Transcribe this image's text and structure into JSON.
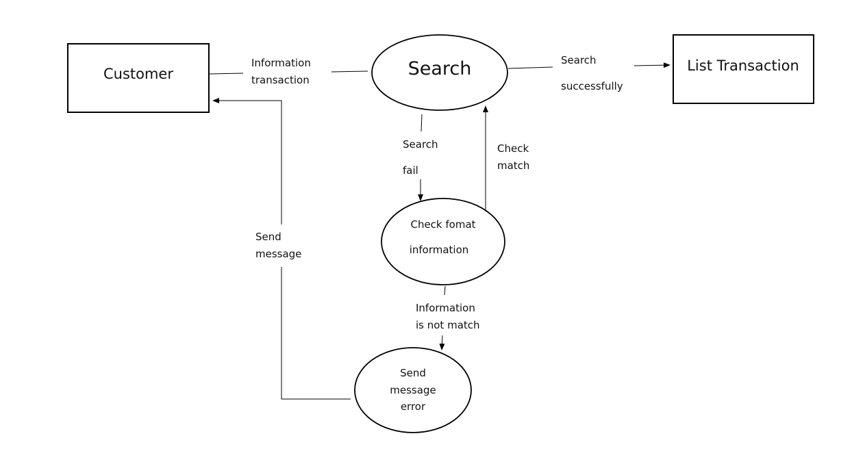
{
  "nodes": {
    "customer": "Customer",
    "search": "Search",
    "list_transaction": "List Transaction",
    "check_format": {
      "line1": "Check fomat",
      "line2": "information"
    },
    "send_error": {
      "line1": "Send",
      "line2": "message",
      "line3": "error"
    }
  },
  "edges": {
    "info_transaction": {
      "line1": "Information",
      "line2": "transaction"
    },
    "search_successfully": {
      "line1": "Search",
      "line2": "successfully"
    },
    "search_fail": {
      "line1": "Search",
      "line2": "fail"
    },
    "check_match": {
      "line1": "Check",
      "line2": "match"
    },
    "info_not_match": {
      "line1": "Information",
      "line2": "is not match"
    },
    "send_message": {
      "line1": "Send",
      "line2": "message"
    }
  }
}
